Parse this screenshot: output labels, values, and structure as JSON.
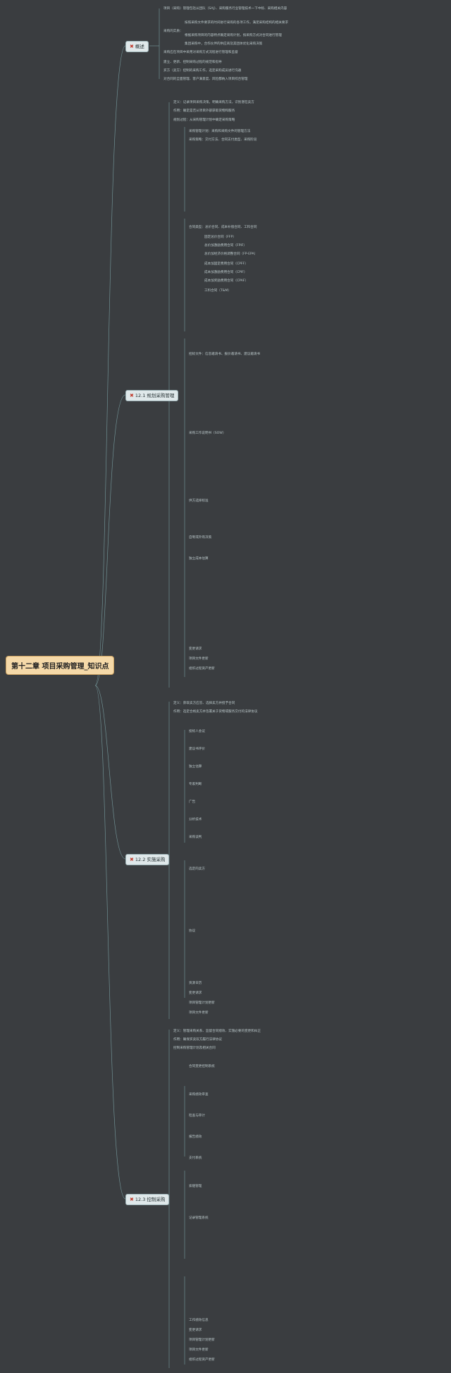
{
  "root": {
    "title": "第十二章 项目采购管理_知识点"
  },
  "sections": {
    "overview": {
      "label": "概述"
    },
    "s1": {
      "label": "12.1 规划采购管理"
    },
    "s2": {
      "label": "12.2 实施采购"
    },
    "s3": {
      "label": "12.3 控制采购"
    }
  },
  "overview_notes": [
    "项目（采购）管理包括从团队（SAJ）、采购服务行业管理技术一下中标、采购相关内容",
    "采购的实质：",
    "按照采购文件要求的时间进行采购的各项工作，满足采购结构的相关要求",
    "根据采购项目的内容特点确定采购计划，按采购方式对合同进行管理",
    "集团采购中，合作伙伴的供应商及其团体优化采购决策",
    "采购应在项目中采用对采购方式流程进行管理和监督",
    "建立、更新、控制采购过程的规范和指导",
    "买方（卖方）控制的采购工作，选定采购成员进行沟通",
    "对合同的全面管理、客户满意度、风险都纳入项目综合管理"
  ],
  "s1_notes": [
    "定义：记录项目采购决策，明确采购方法，识别潜在卖方",
    "作用：确定是否从项目外部获取货物和服务",
    "规划过程：从采购管理计划中确定采购策略",
    "采购管理计划：采购和采购文件的管理方法",
    "采购策略：交付方法、合同支付类型、采购阶段",
    "合同类型：总价合同、成本补偿合同、工料合同",
    "固定总价合同（FFP）",
    "总价加激励费用合同（FPIF）",
    "总价加经济价格调整合同（FP-EPA）",
    "成本加固定费用合同（CPFF）",
    "成本加激励费用合同（CPIF）",
    "成本加奖励费用合同（CPAF）",
    "工料合同（T&M）",
    "招标文件：信息邀请书、报价邀请书、建议邀请书",
    "采购工作说明书（SOW）",
    "供方选择标准",
    "自制或外购决策",
    "独立成本估算",
    "变更请求",
    "项目文件更新",
    "组织过程资产更新"
  ],
  "s2_notes": [
    "定义：获取卖方应答、选择卖方并授予合同",
    "作用：选定合格卖方并签署关于货物或服务交付的法律协议",
    "投标人会议",
    "建议书评价",
    "独立估算",
    "专家判断",
    "广告",
    "分析技术",
    "采购谈判",
    "选定的卖方",
    "协议",
    "资源日历",
    "变更请求",
    "项目管理计划更新",
    "项目文件更新"
  ],
  "s3_notes": [
    "定义：管理采购关系、监督合同绩效、实施必要的变更和纠正",
    "作用：确保买卖双方履行法律协议",
    "控制采购管理计划及相关合同",
    "合同变更控制系统",
    "采购绩效审查",
    "检查与审计",
    "报告绩效",
    "支付系统",
    "索赔管理",
    "记录管理系统",
    "工作绩效信息",
    "变更请求",
    "项目管理计划更新",
    "项目文件更新",
    "组织过程资产更新"
  ],
  "colors": {
    "background": "#3a3d40",
    "lines": "#6f8f92",
    "text": "#b9c6c8"
  }
}
